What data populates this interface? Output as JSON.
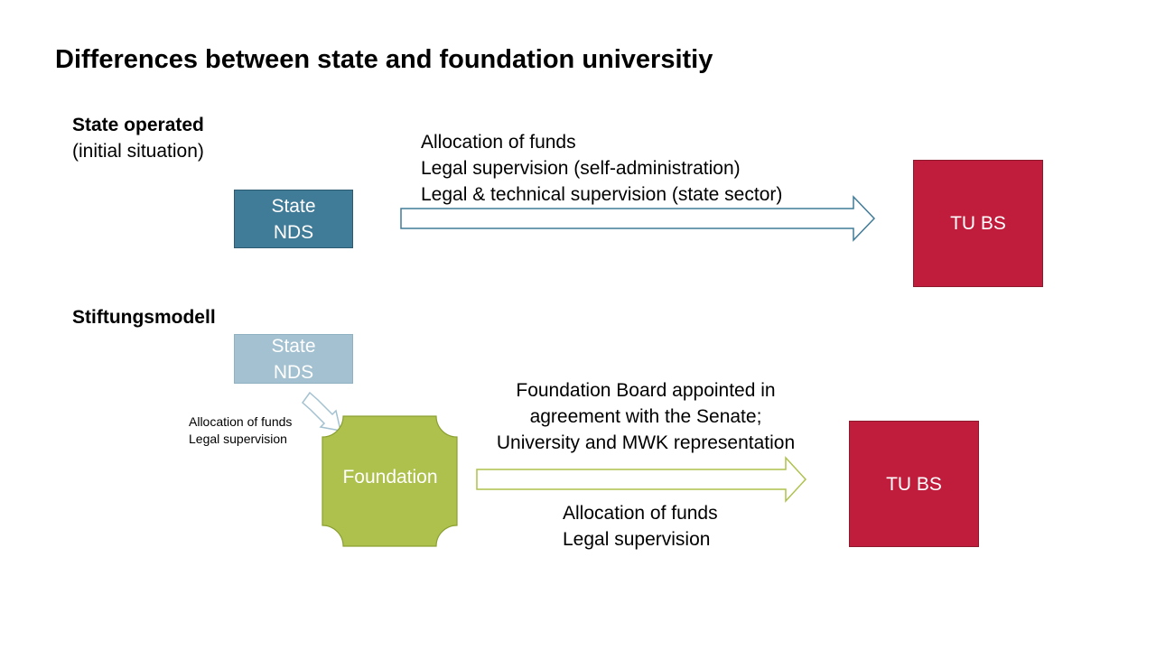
{
  "title": "Differences between state and foundation universitiy",
  "state_operated": {
    "heading": "State operated",
    "subheading": "(initial situation)",
    "source_box": [
      "State",
      "NDS"
    ],
    "arrow_labels": [
      "Allocation of funds",
      "Legal supervision (self-administration)",
      "Legal & technical supervision (state sector)"
    ],
    "target_box": "TU BS"
  },
  "stiftungsmodell": {
    "heading": "Stiftungsmodell",
    "source_box": [
      "State",
      "NDS"
    ],
    "small_arrow_labels": [
      "Allocation of funds",
      "Legal supervision"
    ],
    "foundation_label": "Foundation",
    "board_text": [
      "Foundation Board appointed in",
      "agreement with the Senate;",
      "University and MWK representation"
    ],
    "arrow_labels": [
      "Allocation of funds",
      "Legal supervision"
    ],
    "target_box": "TU BS"
  },
  "colors": {
    "state_dark": "#407b98",
    "state_light": "#a3c1d0",
    "tubs_red": "#c01c3b",
    "foundation_green": "#adc14c",
    "arrow_blue_outline": "#407b98",
    "arrow_green_outline": "#adc14c"
  }
}
